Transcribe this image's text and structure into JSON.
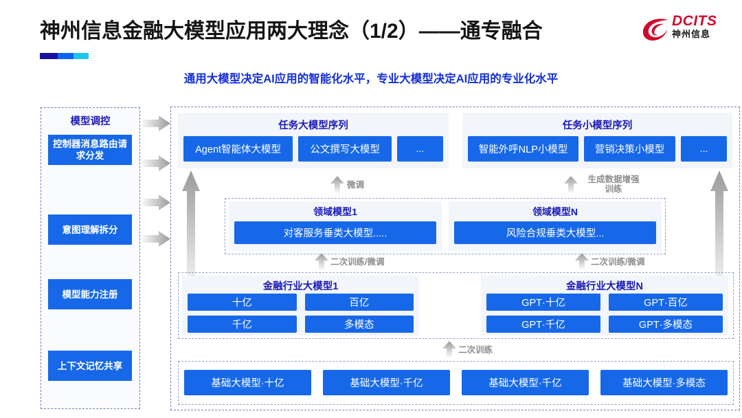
{
  "header": {
    "title": "神州信息金融大模型应用两大理念（1/2）——通专融合",
    "subtitle": "通用大模型决定AI应用的智能化水平，专业大模型决定AI应用的专业化水平",
    "logo_en": "DCITS",
    "logo_cn": "神州信息",
    "brand_red": "#cf0a2c",
    "accent_blue": "#1668e8",
    "title_rule_colors": [
      "#1a0f9e",
      "#0b63f6",
      "#22c4ef"
    ]
  },
  "control_column": {
    "title": "模型调控",
    "items": [
      {
        "label": "控制器消息路由请求分发"
      },
      {
        "label": "意图理解拆分"
      },
      {
        "label": "模型能力注册"
      },
      {
        "label": "上下文记忆共享"
      }
    ]
  },
  "sequences": [
    {
      "title": "任务大模型序列",
      "items": [
        "Agent智能体大模型",
        "公文撰写大模型",
        "..."
      ]
    },
    {
      "title": "任务小模型序列",
      "items": [
        "智能外呼NLP小模型",
        "营销决策小模型",
        "..."
      ]
    }
  ],
  "domain_models": [
    {
      "title": "领域模型1",
      "box": "对客服务垂类大模型....."
    },
    {
      "title": "领域模型N",
      "box": "风险合规垂类大模型..."
    }
  ],
  "industry_models": [
    {
      "title": "金融行业大模型1",
      "boxes": [
        "十亿",
        "百亿",
        "千亿",
        "多模态"
      ]
    },
    {
      "title": "金融行业大模型N",
      "boxes": [
        "GPT·十亿",
        "GPT·百亿",
        "GPT·千亿",
        "GPT·多模态"
      ]
    }
  ],
  "base_models": {
    "boxes": [
      "基础大模型·十亿",
      "基础大模型·千亿",
      "基础大模型·千亿",
      "基础大模型·多模态"
    ]
  },
  "arrow_labels": {
    "finetune": "微调",
    "data_augment_line1": "生成数据增强",
    "data_augment_line2": "训练",
    "retrain_finetune_left": "二次训练/微调",
    "retrain_finetune_right": "二次训练/微调",
    "retrain": "二次训练"
  }
}
